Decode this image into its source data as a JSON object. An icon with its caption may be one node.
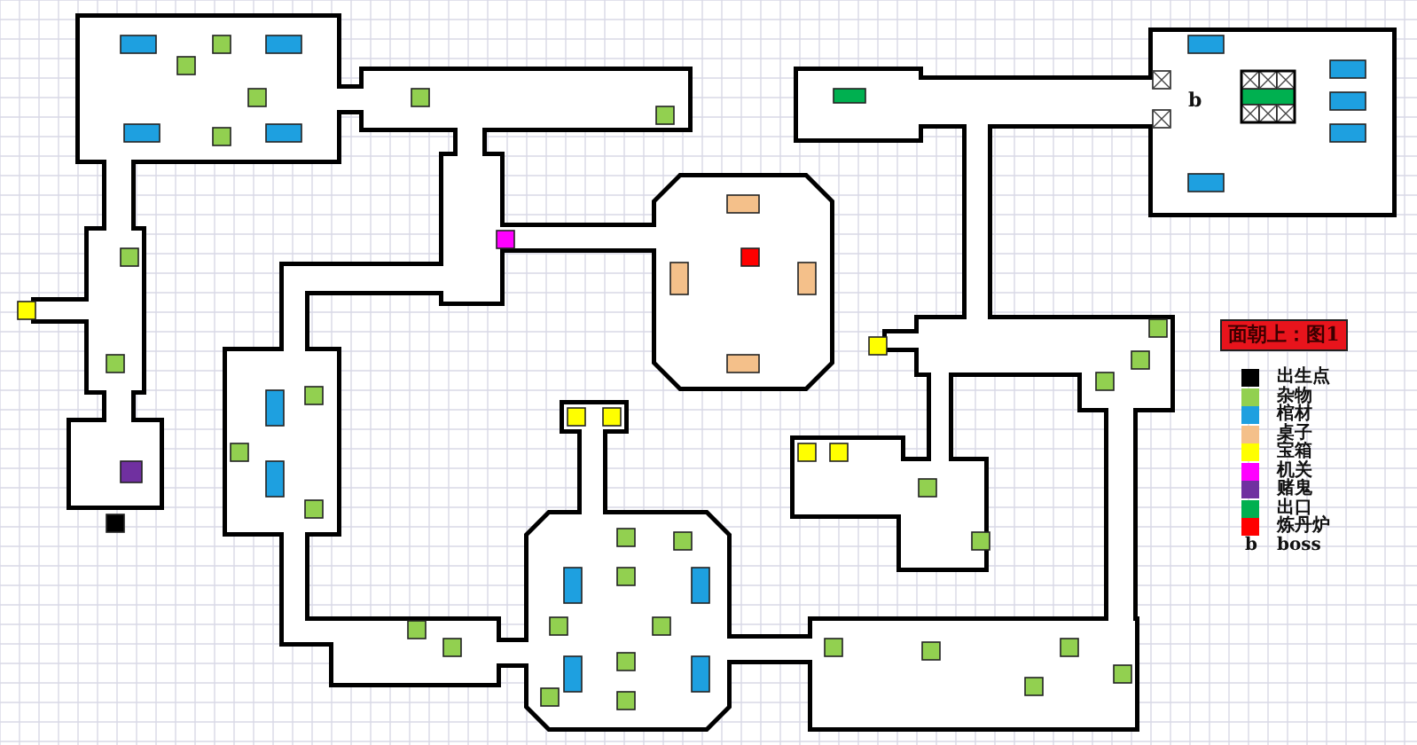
{
  "diagram": {
    "title": "面朝上：图1",
    "labels": [
      "b",
      "b"
    ],
    "legend": [
      {
        "text": "出生点",
        "color": "#000000"
      },
      {
        "text": "杂物",
        "color": "#92d050"
      },
      {
        "text": "棺材",
        "color": "#1ea0e0"
      },
      {
        "text": "桌子",
        "color": "#f4c08a"
      },
      {
        "text": "宝箱",
        "color": "#ffff00"
      },
      {
        "text": "机关",
        "color": "#ff00ff"
      },
      {
        "text": "赌鬼",
        "color": "#7030a0"
      },
      {
        "text": "出口",
        "color": "#00b050"
      },
      {
        "text": "炼丹炉",
        "color": "#ff0000"
      },
      {
        "text": "boss"
      }
    ]
  }
}
